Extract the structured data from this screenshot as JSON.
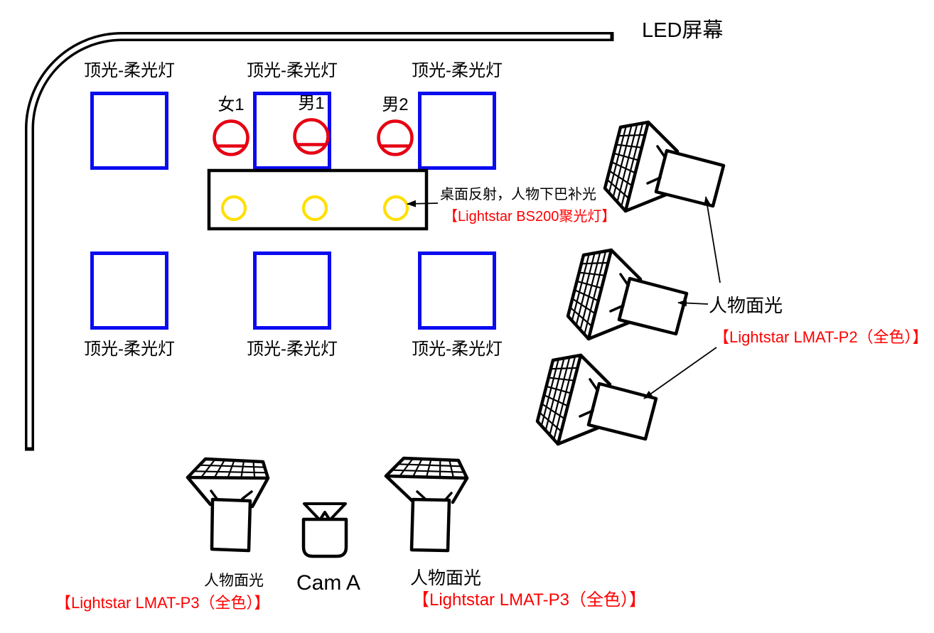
{
  "diagram": {
    "led_screen": {
      "label": "LED屏幕"
    },
    "ceiling_lights": [
      {
        "label": "顶光-柔光灯"
      },
      {
        "label": "顶光-柔光灯"
      },
      {
        "label": "顶光-柔光灯"
      },
      {
        "label": "顶光-柔光灯"
      },
      {
        "label": "顶光-柔光灯"
      },
      {
        "label": "顶光-柔光灯"
      }
    ],
    "persons": [
      {
        "label": "女1"
      },
      {
        "label": "男1"
      },
      {
        "label": "男2"
      }
    ],
    "desk_note": {
      "text": "桌面反射，人物下巴补光",
      "model": "【Lightstar BS200聚光灯】"
    },
    "right_face_light": {
      "label": "人物面光",
      "model": "【Lightstar LMAT-P2（全色）】"
    },
    "bottom_left_face_light": {
      "label": "人物面光",
      "model": "【Lightstar LMAT-P3（全色）】"
    },
    "bottom_right_face_light": {
      "label": "人物面光",
      "model": "【Lightstar LMAT-P3（全色）】"
    },
    "camera": {
      "label": "Cam A"
    },
    "colors": {
      "softbox_outline": "#0b0bf0",
      "person_marker": "#e60012",
      "spot_marker": "#ffdf00",
      "model_text": "#fe0000",
      "ink": "#000000"
    }
  }
}
